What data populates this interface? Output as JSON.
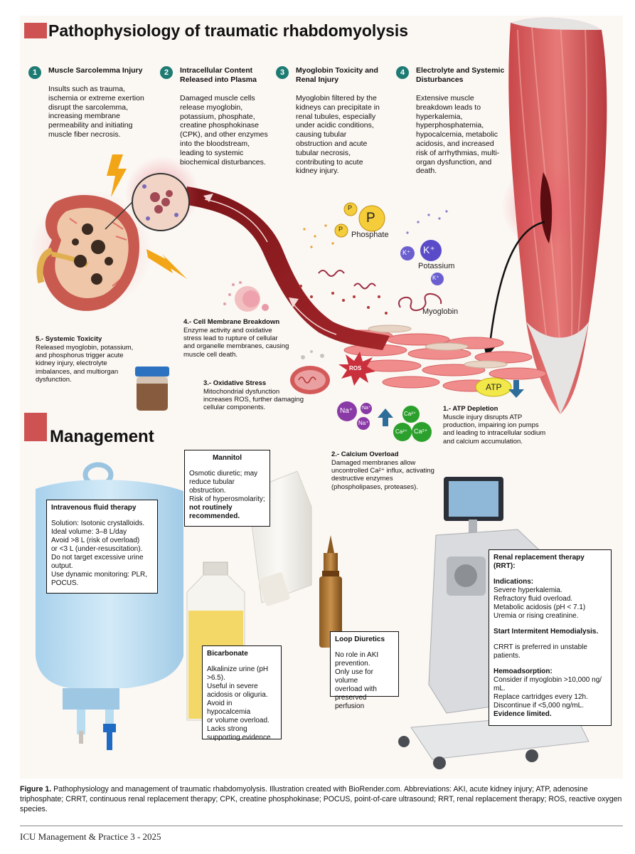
{
  "title": "Pathophysiology of traumatic rhabdomyolysis",
  "steps": [
    {
      "num": "1",
      "heading": "Muscle Sarcolemma Injury",
      "text": "Insults such as trauma,\nischemia or extreme exertion\ndisrupt the sarcolemma,\nincreasing membrane\npermeability and initiating\nmuscle fiber necrosis."
    },
    {
      "num": "2",
      "heading": "Intracellular Content\nReleased into Plasma",
      "text": "Damaged muscle cells\nrelease myoglobin,\npotassium, phosphate,\ncreatine phosphokinase\n(CPK), and other enzymes\ninto the bloodstream,\nleading to systemic\nbiochemical disturbances."
    },
    {
      "num": "3",
      "heading": "Myoglobin Toxicity and\nRenal Injury",
      "text": "Myoglobin filtered by the\nkidneys can precipitate in\nrenal tubules, especially\nunder acidic conditions,\ncausing tubular\nobstruction and acute\ntubular necrosis,\ncontributing to acute\nkidney injury."
    },
    {
      "num": "4",
      "heading": "Electrolyte and Systemic\nDisturbances",
      "text": "Extensive muscle\nbreakdown leads to\nhyperkalemia,\nhyperphosphatemia,\nhypocalcemia, metabolic\nacidosis, and increased\nrisk of arrhythmias, multi-\norgan dysfunction, and\ndeath."
    }
  ],
  "mechanism": {
    "atp_depletion": {
      "heading": "1.- ATP Depletion",
      "text": "Muscle injury disrupts ATP\nproduction, impairing ion pumps\nand leading to intracellular sodium\nand calcium accumulation."
    },
    "calcium_overload": {
      "heading": "2.- Calcium Overload",
      "text": "Damaged membranes allow\nuncontrolled Ca²⁺ influx, activating\ndestructive enzymes\n(phospholipases, proteases)."
    },
    "oxidative_stress": {
      "heading": "3.- Oxidative Stress",
      "text": "Mitochondrial dysfunction\nincreases ROS, further damaging\ncellular components."
    },
    "membrane_breakdown": {
      "heading": "4.- Cell Membrane Breakdown",
      "text": "Enzyme activity and oxidative\nstress lead to rupture of cellular\nand organelle membranes, causing\nmuscle cell death."
    },
    "systemic_toxicity": {
      "heading": "5.- Systemic Toxicity",
      "text": "Released myoglobin, potassium,\nand phosphorus trigger acute\nkidney injury, electrolyte\nimbalances, and multiorgan\ndysfunction."
    }
  },
  "labels": {
    "phosphate": "Phosphate",
    "potassium": "Potassium",
    "myoglobin": "Myoglobin",
    "atp": "ATP",
    "ros": "ROS",
    "p": "P",
    "k": "K⁺",
    "na": "Na⁺",
    "ca": "Ca²⁺"
  },
  "management": {
    "title": "Management",
    "iv_fluid": {
      "heading": "Intravenous fluid therapy",
      "lines": [
        "Solution: Isotonic crystalloids.",
        "Ideal volume: 3–8 L/day",
        "Avoid >8 L (risk of overload)\nor <3 L (under-resuscitation).",
        "Do not target excessive urine\noutput.",
        "Use dynamic monitoring: PLR,\nPOCUS."
      ]
    },
    "mannitol": {
      "heading": "Mannitol",
      "lines": [
        "Osmotic diuretic; may\nreduce tubular\nobstruction.",
        "Risk of hyperosmolarity;",
        "not routinely\nrecommended."
      ]
    },
    "bicarbonate": {
      "heading": "Bicarbonate",
      "lines": [
        "Alkalinize urine (pH\n>6.5).",
        "Useful in severe\nacidosis or oliguria.",
        "Avoid in hypocalcemia\nor volume overload.",
        "Lacks strong\nsupporting evidence."
      ]
    },
    "loop_diuretics": {
      "heading": "Loop Diuretics",
      "lines": [
        "No role in AKI\nprevention.",
        "Only use for volume\noverload with\npreserved perfusion"
      ]
    },
    "rrt": {
      "heading": "Renal replacement therapy (RRT):",
      "indications_heading": "Indications:",
      "indications": [
        "Severe hyperkalemia.",
        "Refractory fluid overload.",
        "Metabolic acidosis (pH < 7.1)",
        "Uremia or rising creatinine."
      ],
      "start": "Start Intermitent Hemodialysis.",
      "crrt": "CRRT is preferred in unstable\npatients.",
      "hemoadsorption_heading": "Hemoadsorption:",
      "hemoadsorption": [
        "Consider if myoglobin >10,000 ng/\nmL.",
        "Replace cartridges every 12h.",
        "Discontinue if <5,000 ng/mL.",
        "Evidence limited."
      ]
    }
  },
  "caption": {
    "label": "Figure 1.",
    "text": " Pathophysiology and management of traumatic rhabdomyolysis. Illustration created with BioRender.com. Abbreviations: AKI, acute kidney injury; ATP, adenosine triphosphate; CRRT, continuous renal replacement therapy; CPK, creatine phosphokinase; POCUS, point-of-care ultrasound; RRT, renal replacement therapy; ROS, reactive oxygen species."
  },
  "footer": "ICU Management & Practice 3 - 2025",
  "colors": {
    "accent_red": "#cf5252",
    "step_teal": "#1e7b74",
    "potassium_purple": "#6a5acd",
    "phosphate_yellow": "#f0c020",
    "calcium_green": "#2e9b2e",
    "sodium_purple": "#7b2a8f"
  }
}
